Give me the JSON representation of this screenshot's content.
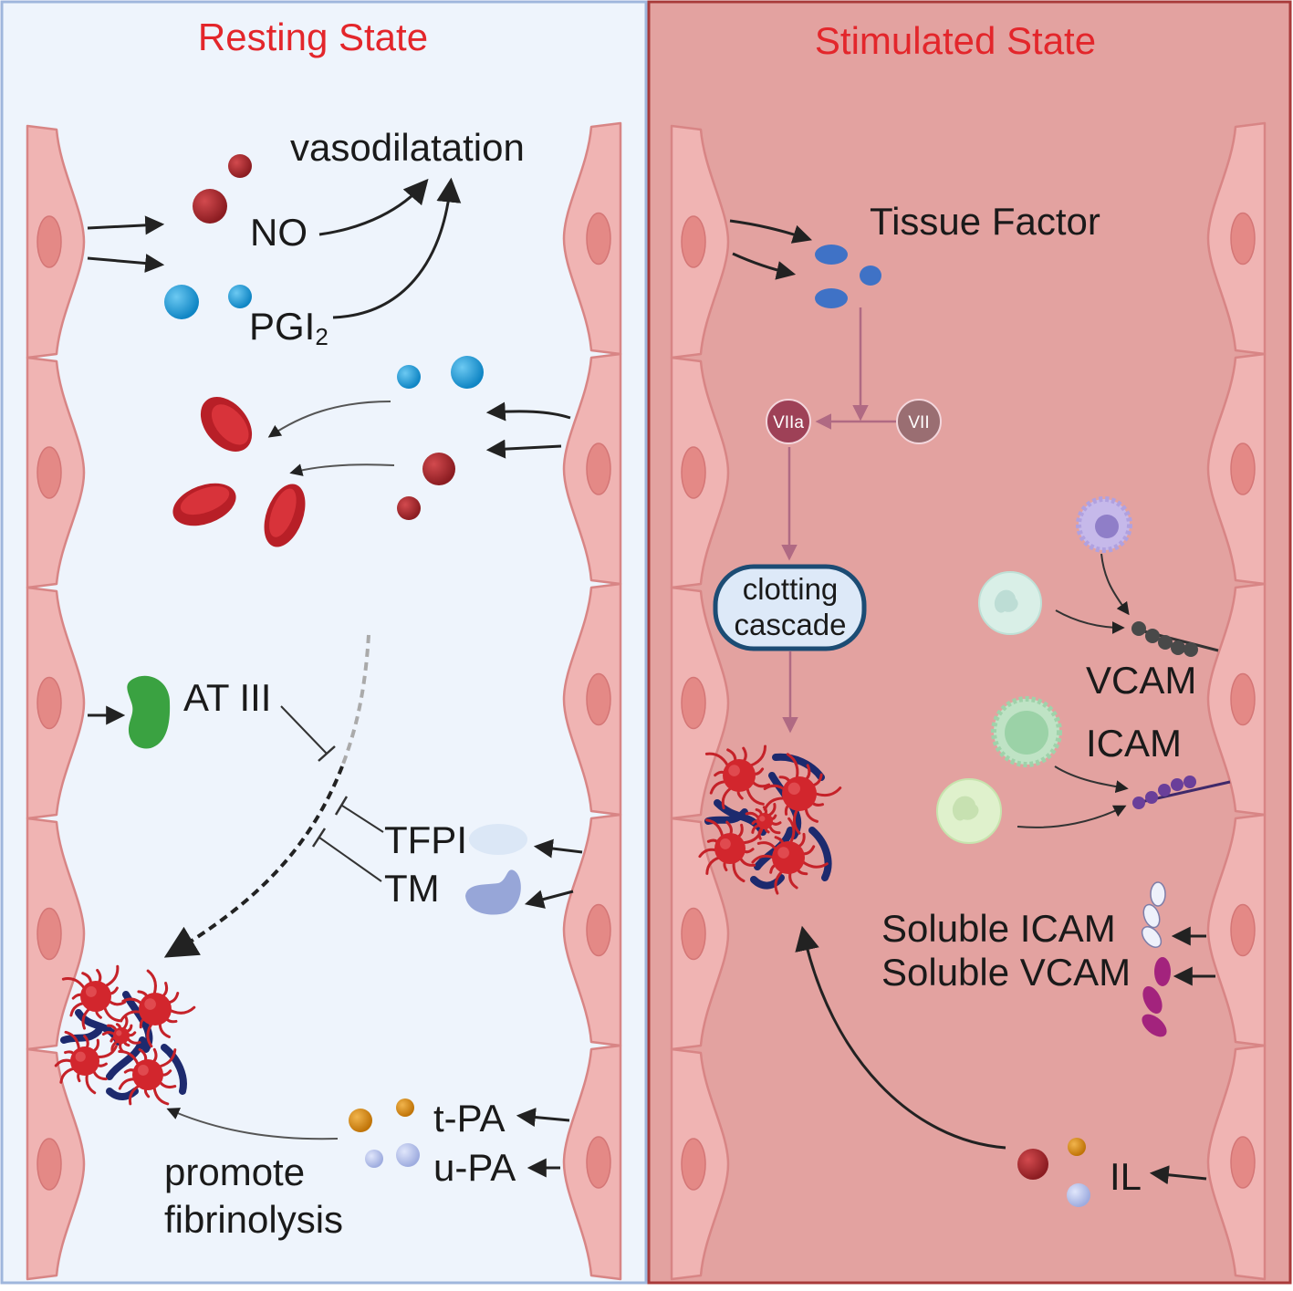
{
  "panels": {
    "resting": {
      "title": "Resting State",
      "labels": {
        "vasodilatation": "vasodilatation",
        "no": "NO",
        "pgi_main": "PGI",
        "pgi_sub": "2",
        "at3": "AT III",
        "tfpi": "TFPI",
        "tm": "TM",
        "tpa": "t-PA",
        "upa": "u-PA",
        "promote_line1": "promote",
        "promote_line2": "fibrinolysis"
      }
    },
    "stimulated": {
      "title": "Stimulated State",
      "labels": {
        "tissue_factor": "Tissue Factor",
        "viia": "VIIa",
        "vii": "VII",
        "clotting_line1": "clotting",
        "clotting_line2": "cascade",
        "vcam": "VCAM",
        "icam": "ICAM",
        "soluble_icam": "Soluble ICAM",
        "soluble_vcam": "Soluble VCAM",
        "il": "IL"
      }
    }
  },
  "colors": {
    "title_red": "#e3262b",
    "resting_bg": "#eef4fc",
    "resting_border": "#9fb6dc",
    "stimulated_bg": "#e3a2a0",
    "stimulated_border": "#a83a3a",
    "cell_fill": "#f0b4b3",
    "cell_stroke": "#d88585",
    "nucleus": "#e48986",
    "no_red": "#a3272b",
    "pgi_blue": "#1e9ad6",
    "rbc_red": "#c9252c",
    "at3_green": "#3aa241",
    "tm_purple": "#97a6d8",
    "tfpi_blue": "#dbe7f6",
    "tpa_orange": "#d68a16",
    "upa_lavender": "#b8c3ee",
    "tf_blue": "#3f72c6",
    "factor_pink": "#9e4157",
    "vcam_dark": "#494949",
    "icam_purple": "#6a3f9a",
    "soluble_magenta": "#a3237d"
  }
}
